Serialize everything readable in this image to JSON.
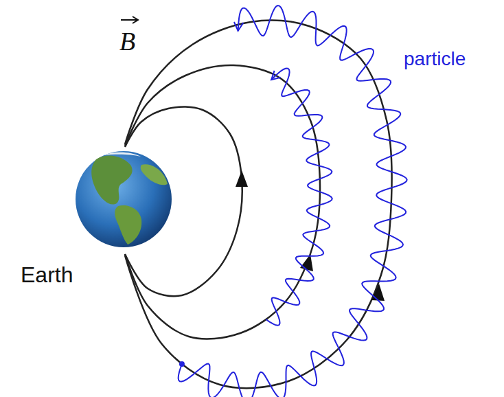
{
  "diagram": {
    "labels": [
      "B",
      "particle",
      "Earth"
    ]
  }
}
